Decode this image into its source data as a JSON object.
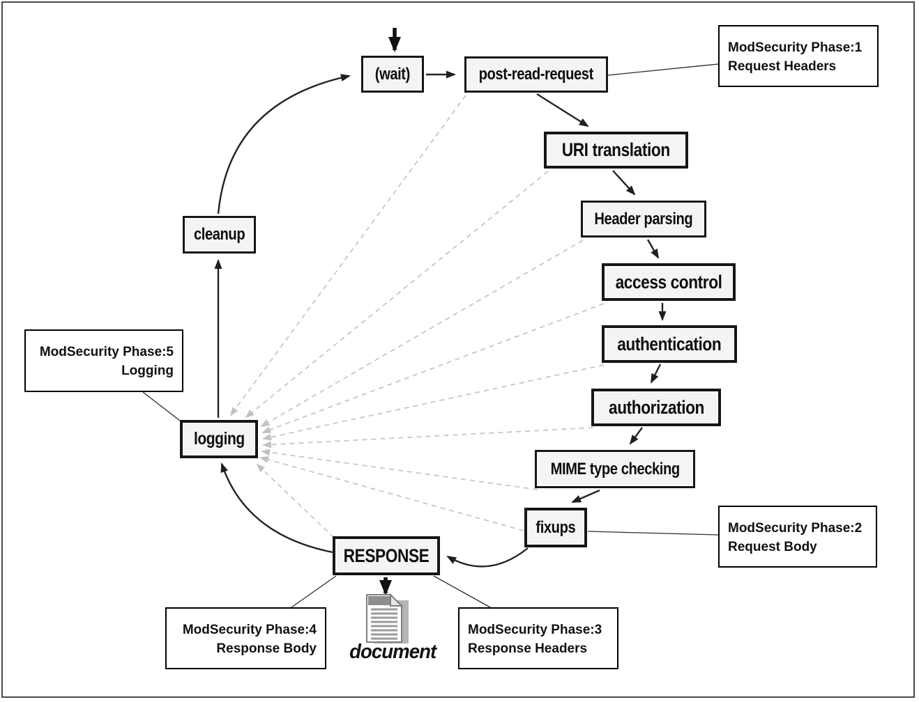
{
  "nodes": {
    "wait": "(wait)",
    "post_read_request": "post-read-request",
    "uri_translation": "URI translation",
    "header_parsing": "Header parsing",
    "access_control": "access control",
    "authentication": "authentication",
    "authorization": "authorization",
    "mime_type_checking": "MIME type checking",
    "fixups": "fixups",
    "response": "RESPONSE",
    "logging": "logging",
    "cleanup": "cleanup"
  },
  "callouts": {
    "phase1": {
      "line1": "ModSecurity Phase:1",
      "line2": "Request Headers"
    },
    "phase2": {
      "line1": "ModSecurity Phase:2",
      "line2": "Request Body"
    },
    "phase3": {
      "line1": "ModSecurity Phase:3",
      "line2": "Response Headers"
    },
    "phase4": {
      "line1": "ModSecurity Phase:4",
      "line2": "Response Body"
    },
    "phase5": {
      "line1": "ModSecurity Phase:5",
      "line2": "Logging"
    }
  },
  "document_icon_label": "document",
  "flow_cycle": [
    "(wait)",
    "post-read-request",
    "URI translation",
    "Header parsing",
    "access control",
    "authentication",
    "authorization",
    "MIME type checking",
    "fixups",
    "RESPONSE",
    "logging",
    "cleanup",
    "(wait)"
  ],
  "dashed_logging_sources": [
    "post-read-request",
    "URI translation",
    "Header parsing",
    "access control",
    "authentication",
    "authorization",
    "MIME type checking",
    "fixups",
    "RESPONSE"
  ],
  "colors": {
    "node_fill": "#f4f4f4",
    "node_border": "#161616",
    "solid_arrow": "#222222",
    "dashed_arrow": "#c6c6c6",
    "callout_border": "#000000",
    "frame_border": "#4a4a4a"
  }
}
